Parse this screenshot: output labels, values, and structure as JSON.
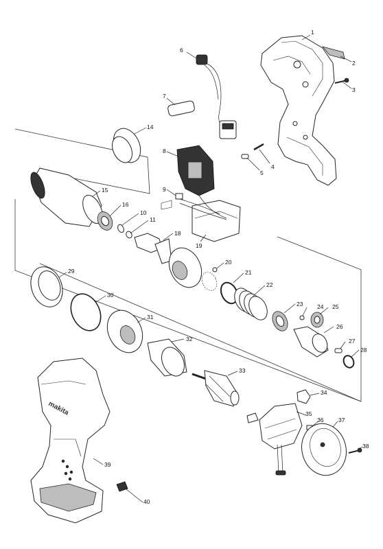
{
  "diagram": {
    "part_numbers": [
      "1",
      "2",
      "3",
      "4",
      "5",
      "6",
      "7",
      "8",
      "9",
      "10",
      "11",
      "14",
      "15",
      "16",
      "18",
      "19",
      "20",
      "21",
      "22",
      "23",
      "24",
      "25",
      "26",
      "27",
      "28",
      "29",
      "30",
      "31",
      "32",
      "33",
      "34",
      "35",
      "36",
      "37",
      "38",
      "39",
      "40"
    ],
    "brand_lettering": "makita"
  }
}
